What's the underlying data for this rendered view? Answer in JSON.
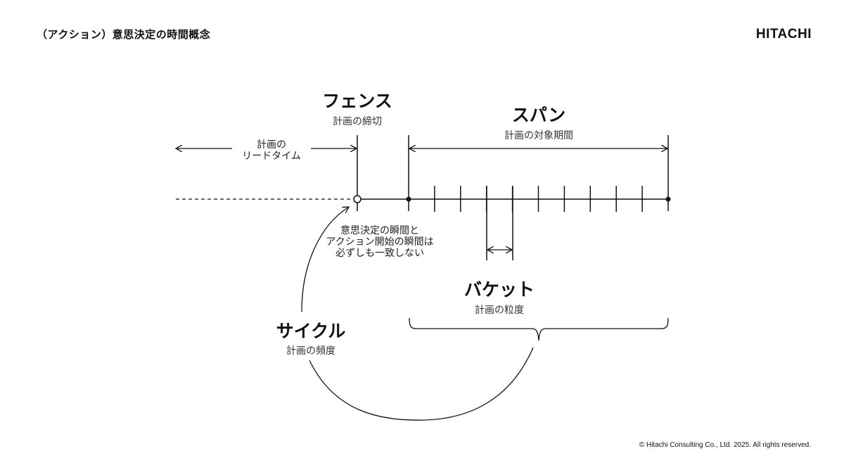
{
  "header": {
    "title": "（アクション）意思決定の時間概念",
    "logo": "HITACHI"
  },
  "footer": {
    "copyright": "© Hitachi Consulting Co., Ltd. 2025. All rights reserved."
  },
  "diagram": {
    "fence": {
      "label": "フェンス",
      "sub": "計画の締切"
    },
    "span": {
      "label": "スパン",
      "sub": "計画の対象期間"
    },
    "lead_time": {
      "line1": "計画の",
      "line2": "リードタイム"
    },
    "note": {
      "line1": "意思決定の瞬間と",
      "line2": "アクション開始の瞬間は",
      "line3": "必ずしも一致しない"
    },
    "bucket": {
      "label": "バケット",
      "sub": "計画の粒度"
    },
    "cycle": {
      "label": "サイクル",
      "sub": "計画の頻度"
    },
    "bucket_count": 10
  }
}
